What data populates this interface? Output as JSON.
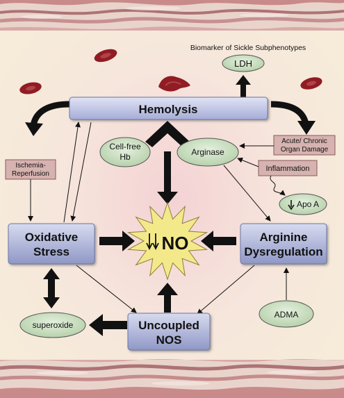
{
  "diagram": {
    "biomarker_caption": "Biomarker of Sickle Subphenotypes",
    "nodes": {
      "ldh": "LDH",
      "hemolysis": "Hemolysis",
      "cell_free_hb_line1": "Cell-free",
      "cell_free_hb_line2": "Hb",
      "arginase": "Arginase",
      "organ_damage_line1": "Acute/ Chronic",
      "organ_damage_line2": "Organ Damage",
      "inflammation": "Inflammation",
      "ischemia_line1": "Ischemia-",
      "ischemia_line2": "Reperfusion",
      "apo_a": "Apo A",
      "oxidative_line1": "Oxidative",
      "oxidative_line2": "Stress",
      "no": "NO",
      "arginine_line1": "Arginine",
      "arginine_line2": "Dysregulation",
      "adma": "ADMA",
      "superoxide": "superoxide",
      "uncoupled_line1": "Uncoupled",
      "uncoupled_line2": "NOS"
    },
    "colors": {
      "box_fill": "#b8bfe0",
      "box_fill_dark": "#8f97c6",
      "ellipse_fill": "#cfe2c6",
      "note_fill": "#d6b3b0",
      "burst_fill": "#f4e98a",
      "background": "#f6ecd9",
      "rbc": "#8f1d23"
    }
  }
}
